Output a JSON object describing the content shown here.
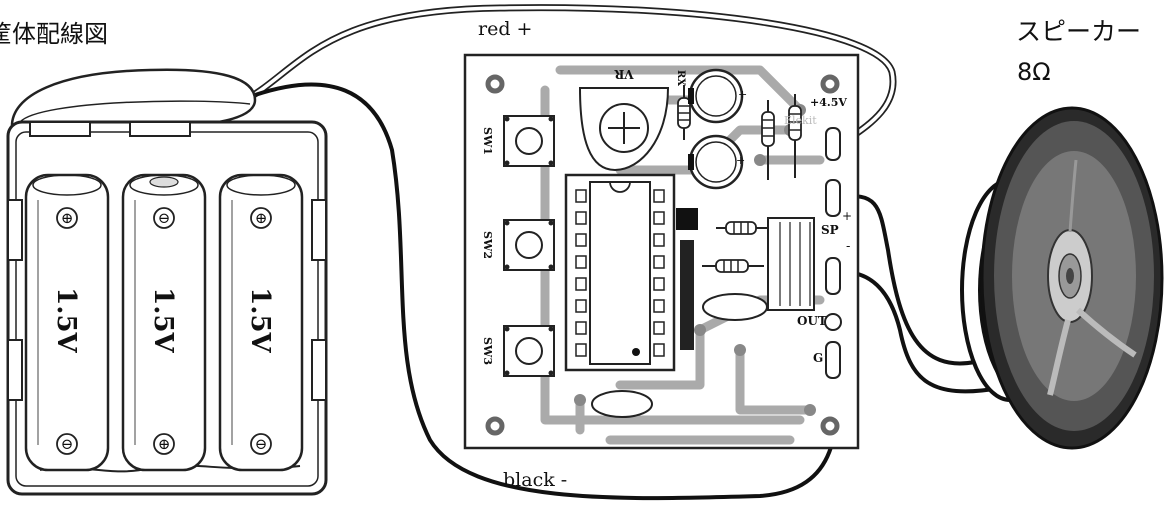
{
  "title": "筐体配線図",
  "speaker": {
    "name": "スピーカー",
    "impedance": "8Ω"
  },
  "wires": {
    "red_label": "red +",
    "black_label": "black -"
  },
  "battery": {
    "cells": [
      {
        "voltage": "1.5V",
        "top_sign": "⊕",
        "bottom_sign": "⊖"
      },
      {
        "voltage": "1.5V",
        "top_sign": "⊖",
        "bottom_sign": "⊕"
      },
      {
        "voltage": "1.5V",
        "top_sign": "⊕",
        "bottom_sign": "⊖"
      }
    ]
  },
  "board": {
    "vr": "VR",
    "rx": "RX",
    "sw": [
      "SW1",
      "SW2",
      "SW3"
    ],
    "plus_4_5v": "+4.5V",
    "sp": "SP",
    "sp_plus": "+",
    "sp_minus": "-",
    "out": "OUT",
    "gnd": "G",
    "brand": "Elekit"
  }
}
